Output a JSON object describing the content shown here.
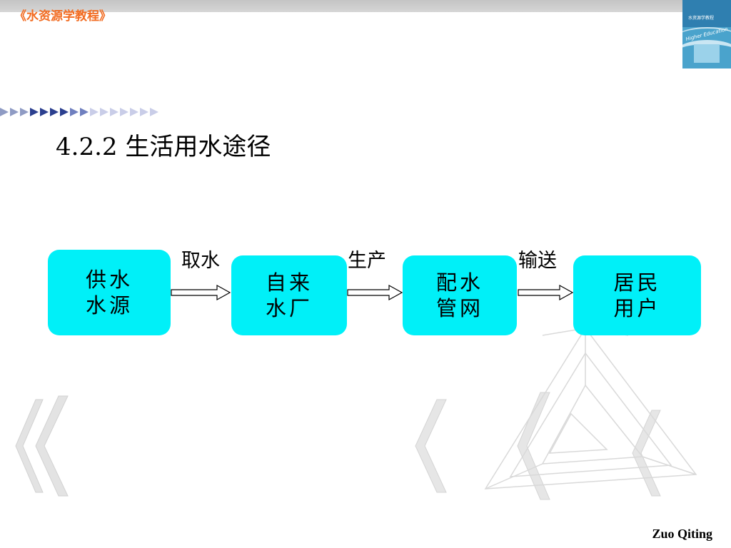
{
  "header": {
    "book_title": "《水资源学教程》",
    "cover": {
      "title_text": "水资源学教程",
      "script_text": "Higher Education"
    }
  },
  "slide": {
    "section_title": "4.2.2 生活用水途径"
  },
  "flow": {
    "nodes": [
      {
        "line1": "供水",
        "line2": "水源"
      },
      {
        "line1": "自来",
        "line2": "水厂"
      },
      {
        "line1": "配水",
        "line2": "管网"
      },
      {
        "line1": "居民",
        "line2": "用户"
      }
    ],
    "edges": [
      {
        "label": "取水"
      },
      {
        "label": "生产"
      },
      {
        "label": "输送"
      }
    ]
  },
  "footer": {
    "author": "Zuo Qiting"
  },
  "colors": {
    "accent": "#f26c22",
    "node_fill": "#00f0f8",
    "arrow_dark": "#2b3f8f",
    "arrow_light": "#c9cde8"
  },
  "icons": {
    "decor_arrows": "arrow-chevrons-icon",
    "flow_arrow": "hollow-right-arrow-icon"
  }
}
